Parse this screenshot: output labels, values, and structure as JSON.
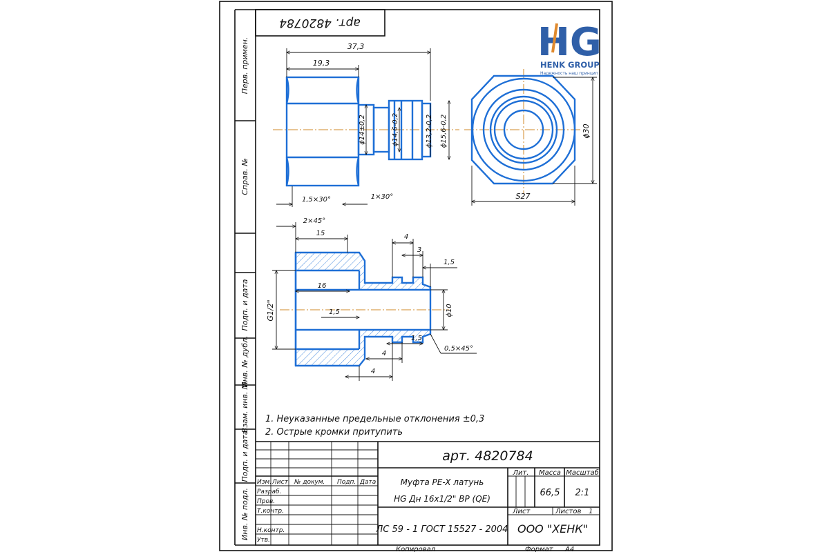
{
  "stamp_top": "арт. 4820784",
  "logo": {
    "letters": "HG",
    "company": "HENK GROUP",
    "tagline": "Надежность наш принцип"
  },
  "side_labels": [
    "Перв. примен.",
    "Справ. №",
    "Подп. и дата",
    "Инв. № дубл.",
    "Взам. инв. №",
    "Подп. и дата",
    "Инв. № подл."
  ],
  "dimensions": {
    "overall_length": "37,3",
    "nut_length": "19,3",
    "d1": "ϕ14±0,2",
    "d2": "ϕ14,6-0,2",
    "d3": "ϕ13,2-0,2",
    "d4": "ϕ15,6-0,2",
    "chamfer1": "1,5×30°",
    "chamfer2": "1×30°",
    "diameter_30": "ϕ30",
    "wrench": "S27",
    "chamfer3": "2×45°",
    "len15": "15",
    "len16": "16",
    "thread": "G1/2\"",
    "len4a": "4",
    "len3": "3",
    "len1_5a": "1,5",
    "len1_5b": "1,5",
    "len1_5c": "1,5",
    "diameter_10": "ϕ10",
    "len4b": "4",
    "len4c": "4",
    "chamfer4": "0,5×45°"
  },
  "notes": [
    "1. Неуказанные предельные отклонения ±0,3",
    "2. Острые кромки притупить"
  ],
  "title_block": {
    "doc_code": "арт. 4820784",
    "col_headers": [
      "Изм.",
      "Лист",
      "№ докум.",
      "Подп.",
      "Дата"
    ],
    "row_labels": [
      "Разраб.",
      "Пров.",
      "Т.контр.",
      "",
      "Н.контр.",
      "Утв."
    ],
    "name_line1": "Муфта PE-X латунь",
    "name_line2": "HG Дн 16х1/2\" ВР (QE)",
    "lit_label": "Лит.",
    "mass_label": "Масса",
    "scale_label": "Масштаб",
    "mass_value": "66,5",
    "scale_value": "2:1",
    "sheet_label": "Лист",
    "sheets_label": "Листов",
    "sheets_value": "1",
    "material": "ЛС 59 - 1 ГОСТ 15527 - 2004",
    "company": "ООО \"ХЕНК\"",
    "copied": "Копировал",
    "format_label": "Формат",
    "format_value": "А4"
  },
  "colors": {
    "outline": "#1e6fd6",
    "axis": "#d08a2a",
    "logo_blue": "#2f5fa8",
    "logo_orange": "#e08a2e"
  }
}
